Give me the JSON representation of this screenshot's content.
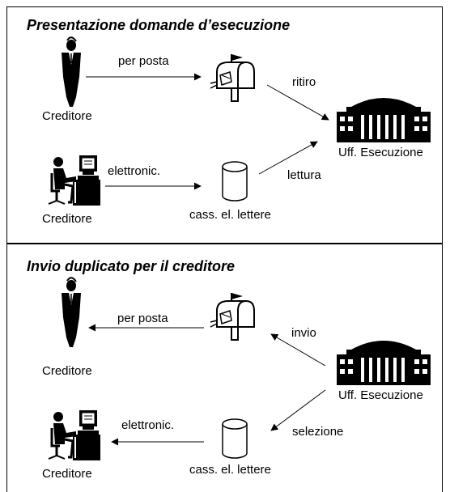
{
  "top": {
    "title": "Presentazione  domande d’esecuzione",
    "creditore1": "Creditore",
    "creditore2": "Creditore",
    "per_posta": "per posta",
    "elettronic": "elettronic.",
    "ritiro": "ritiro",
    "lettura": "lettura",
    "ufficio": "Uff. Esecuzione",
    "cassetta": "cass. el. lettere"
  },
  "bottom": {
    "title": "Invio duplicato per il creditore",
    "creditore1": "Creditore",
    "creditore2": "Creditore",
    "per_posta": "per posta",
    "elettronic": "elettronic.",
    "invio": "invio",
    "selezione": "selezione",
    "ufficio": "Uff. Esecuzione",
    "cassetta": "cass. el. lettere"
  }
}
